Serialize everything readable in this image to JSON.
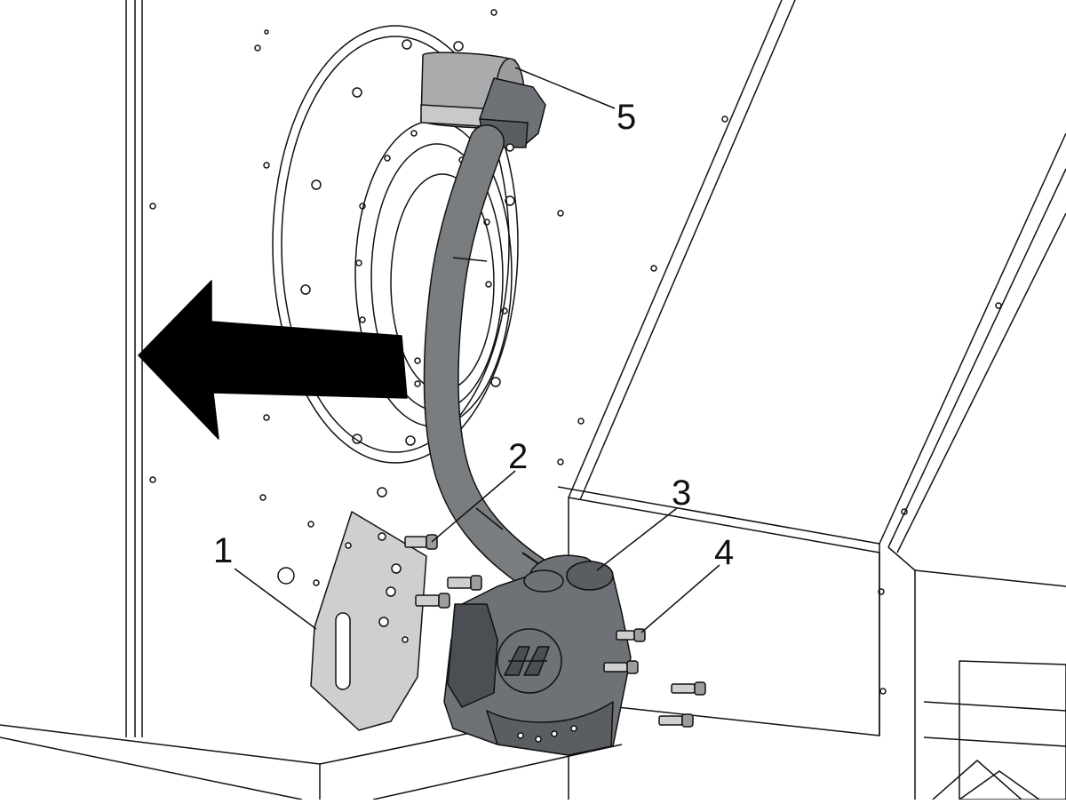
{
  "diagram": {
    "callouts": [
      {
        "id": "1",
        "label": "1"
      },
      {
        "id": "2",
        "label": "2"
      },
      {
        "id": "3",
        "label": "3"
      },
      {
        "id": "4",
        "label": "4"
      },
      {
        "id": "5",
        "label": "5"
      }
    ],
    "colors": {
      "outline": "#111111",
      "motor_body": "#6e7175",
      "motor_dark": "#4b4e52",
      "cable": "#7a7d80",
      "plate": "#cfcfcf",
      "clamp": "#a9abad",
      "arrow": "#000000"
    },
    "arrow_direction": "left"
  }
}
